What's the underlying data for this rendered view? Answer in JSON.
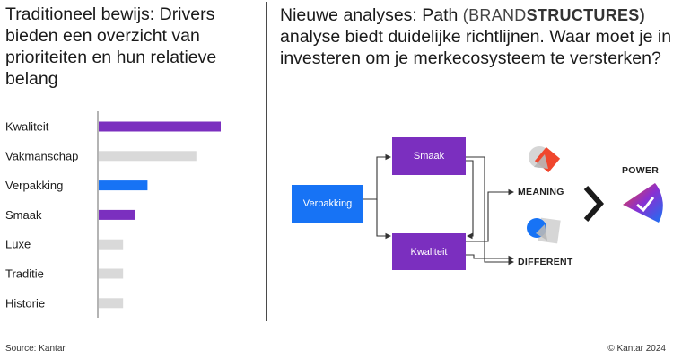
{
  "left": {
    "title": "Traditioneel bewijs: Drivers bieden een overzicht van prioriteiten en hun relatieve belang"
  },
  "right": {
    "title_prefix": "Nieuwe analyses: Path",
    "brand_light": "(BRAND",
    "brand_bold": "STRUCTURES)",
    "title_rest": "analyse biedt duidelijke richtlijnen. Waar moet je in investeren om je merkecosysteem te versterken?"
  },
  "diagram": {
    "nodes": {
      "verpakking": "Verpakking",
      "smaak": "Smaak",
      "kwaliteit": "Kwaliteit"
    },
    "outcomes": {
      "meaning": "MEANING",
      "different": "DIFFERENT",
      "power": "POWER"
    },
    "colors": {
      "blue": "#1773f5",
      "purple": "#7b2fbf",
      "red": "#f0462d"
    },
    "icons": {
      "meaning": "meaning-shape-icon",
      "different": "different-shape-icon",
      "chevron": "chevron-right-icon",
      "power": "power-wedge-icon"
    }
  },
  "chart_data": {
    "type": "bar",
    "orientation": "horizontal",
    "categories": [
      "Kwaliteit",
      "Vakmanschap",
      "Verpakking",
      "Smaak",
      "Luxe",
      "Traditie",
      "Historie"
    ],
    "values": [
      100,
      80,
      40,
      30,
      20,
      20,
      20
    ],
    "colors": [
      "#7b2fbf",
      "#d9d9d9",
      "#1773f5",
      "#7b2fbf",
      "#d9d9d9",
      "#d9d9d9",
      "#d9d9d9"
    ],
    "xlim": [
      0,
      100
    ],
    "title": "",
    "xlabel": "",
    "ylabel": ""
  },
  "footer": {
    "source": "Source: Kantar",
    "copyright": "© Kantar 2024"
  }
}
